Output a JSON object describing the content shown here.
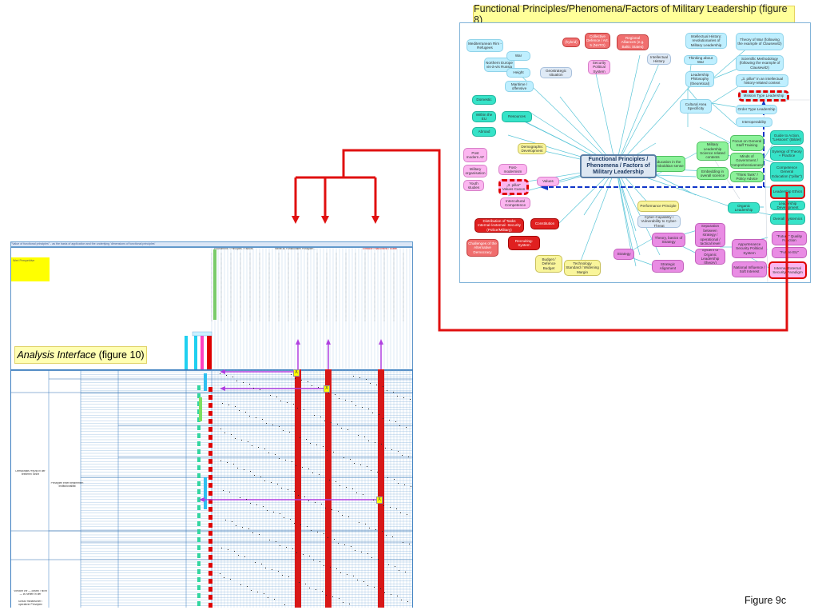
{
  "titles": {
    "figure8": "Functional Principles/Phenomena/Factors of Military Leadership (figure 8)",
    "analysis_label_italic": "Analysis Interface",
    "analysis_label_rest": " (figure 10)",
    "figure9c": "Figure 9c"
  },
  "mindmap": {
    "center": "Functional Principles / Phenomena / Factors of Military Leadership",
    "nodes": {
      "med": "Mediterranean Rim - Refugees",
      "north": "Northern Europe vis-à-vis Russia",
      "war": "War",
      "height": "Height",
      "maritime": "Maritime / offensive",
      "geo": "Geostrategic situation",
      "domestic": "Domestic",
      "within": "Within the EU",
      "abroad": "Abroad",
      "resources": "Resources",
      "poststatus": "Post modern AF",
      "militaryorg": "Military organisation",
      "youth": "Youth studies",
      "postmodern": "Post-modernism",
      "values": "Values",
      "thirdpillar_left": "„3. pillar\" Values Canon",
      "intercultural": "Intercultural Competence",
      "demographic": "Demographic Development",
      "hybrid": "(hybrid)",
      "collective": "Collective Defence / Art. 5 (NATO)",
      "regional": "Regional Alliances (e.g. Baltic States)",
      "security": "Security Political System",
      "intellhist": "Intellectual History",
      "intellhist2": "Intellectual History: revolutionaries of Military Leadership",
      "theorywar": "Theory of War (following the example of Clausewitz)",
      "thinking": "Thinking about War",
      "scientific": "Scientific Methodology (following the example of Clausewitz)",
      "leadphil": "Leadership Philosophy (theoretical)",
      "thirdpillar": "„3. pillar\" in an intellectual history-related context",
      "missiontype": "Mission Type Leadership",
      "ordertype": "Order Type Leadership",
      "cultural": "Cultural Area Specificity",
      "interoperability": "Interoperability",
      "guide": "Guide to Action, \"Lessons\" (Bilder)",
      "education": "Education in the Humboldtian sense",
      "militaryleader": "Military Leadership Science related contents",
      "focus": "Focus on General Staff Training",
      "synergy": "Synergy of Theory + Practice",
      "minds": "Minds of Government / Comprehensiveness",
      "competence": "Competence General Education (\"pillar\")",
      "embedding": "Embedding in overall science",
      "thinktank": "\"Think Tank\" / Policy Advice",
      "leadership_ethics": "Leadership Ethics",
      "organic": "Organic Leadership",
      "leaddev": "Leadership Development",
      "overall": "Overall Systemics",
      "performance": "Performance Principle",
      "cyber": "Cyber-Capability / Vulnerability to Cyber-Threat",
      "distribution": "Distribution of Tasks Internal-/external- Security (Police/Military)",
      "constitution": "Constitution",
      "challenges": "Challenges of the Alternative Democracy",
      "recruiting": "Recruiting-System",
      "budget": "Budget / Defence Budget",
      "technology": "Technology Standard / Widening Margin",
      "strategy": "Strategy",
      "theorybasics": "Theory, basics of Strategy",
      "separation": "Separation between strategy / operational / tactical level",
      "system": "System of Organic Leadership (theory)",
      "appurtenance": "Appurtenance Security Political System",
      "strategic": "Strategic Alignment",
      "national": "National Influence / Soft Interest",
      "future": "\"Future\" Quality Function",
      "future2": "\"Future EU\"",
      "internal": "Internal-External Security Paradigm"
    }
  },
  "analysis_sheet": {
    "top_title": "\"Value of functional principles\" - as the basis of application and the underlying 'dimensions of functional principles'",
    "yellow_cell": "Wert Perspektive",
    "header_groups": [
      "Phänomene / Principles / Factors",
      "Werte zu Funktionalen Prinzipien ...",
      "Effektive Phänomene / Kräfte"
    ],
    "row_groups": [
      "Demokratie-Prinzip in der breiteren Sinne",
      "Prinzipien einer bestimmten Institutionalität",
      "Vorsicht vor — positiv / nicht — zu sehen in der",
      "Schutz militärischer / operativer Prinzipien"
    ],
    "marker": "X"
  }
}
